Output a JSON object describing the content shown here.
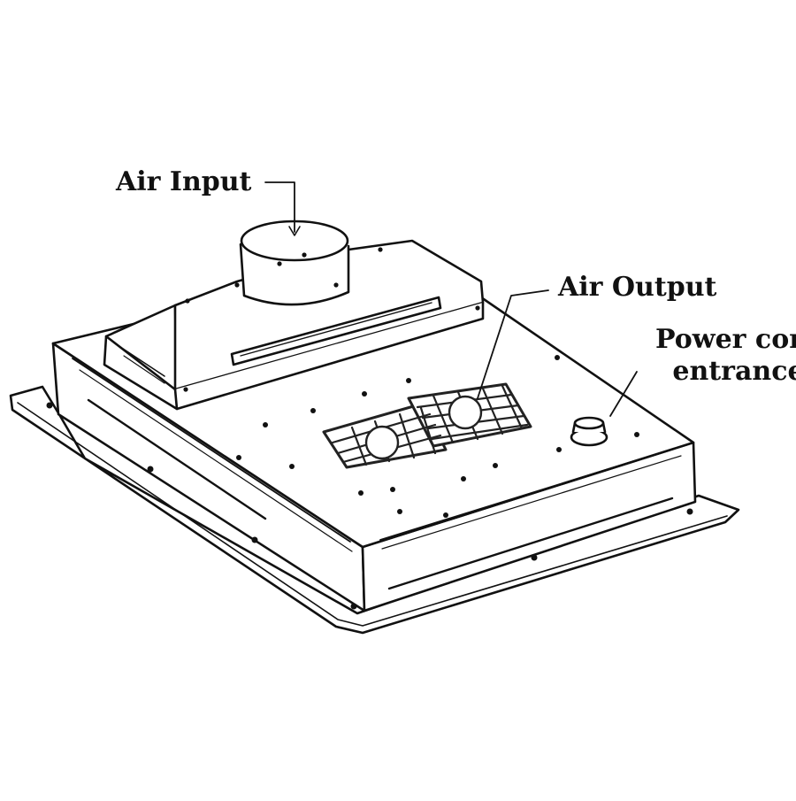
{
  "diagram": {
    "labels": {
      "air_input": "Air Input",
      "air_output": "Air Output",
      "power_cord_line1": "Power cord",
      "power_cord_line2": "entrance"
    },
    "parts": [
      "air-inlet-collar",
      "plenum-hood",
      "exhaust-fan-grilles",
      "power-cord-gland",
      "mounting-flange",
      "chassis-housing"
    ],
    "colors": {
      "line": "#111111",
      "fill": "#ffffff",
      "grille": "#222222"
    }
  }
}
